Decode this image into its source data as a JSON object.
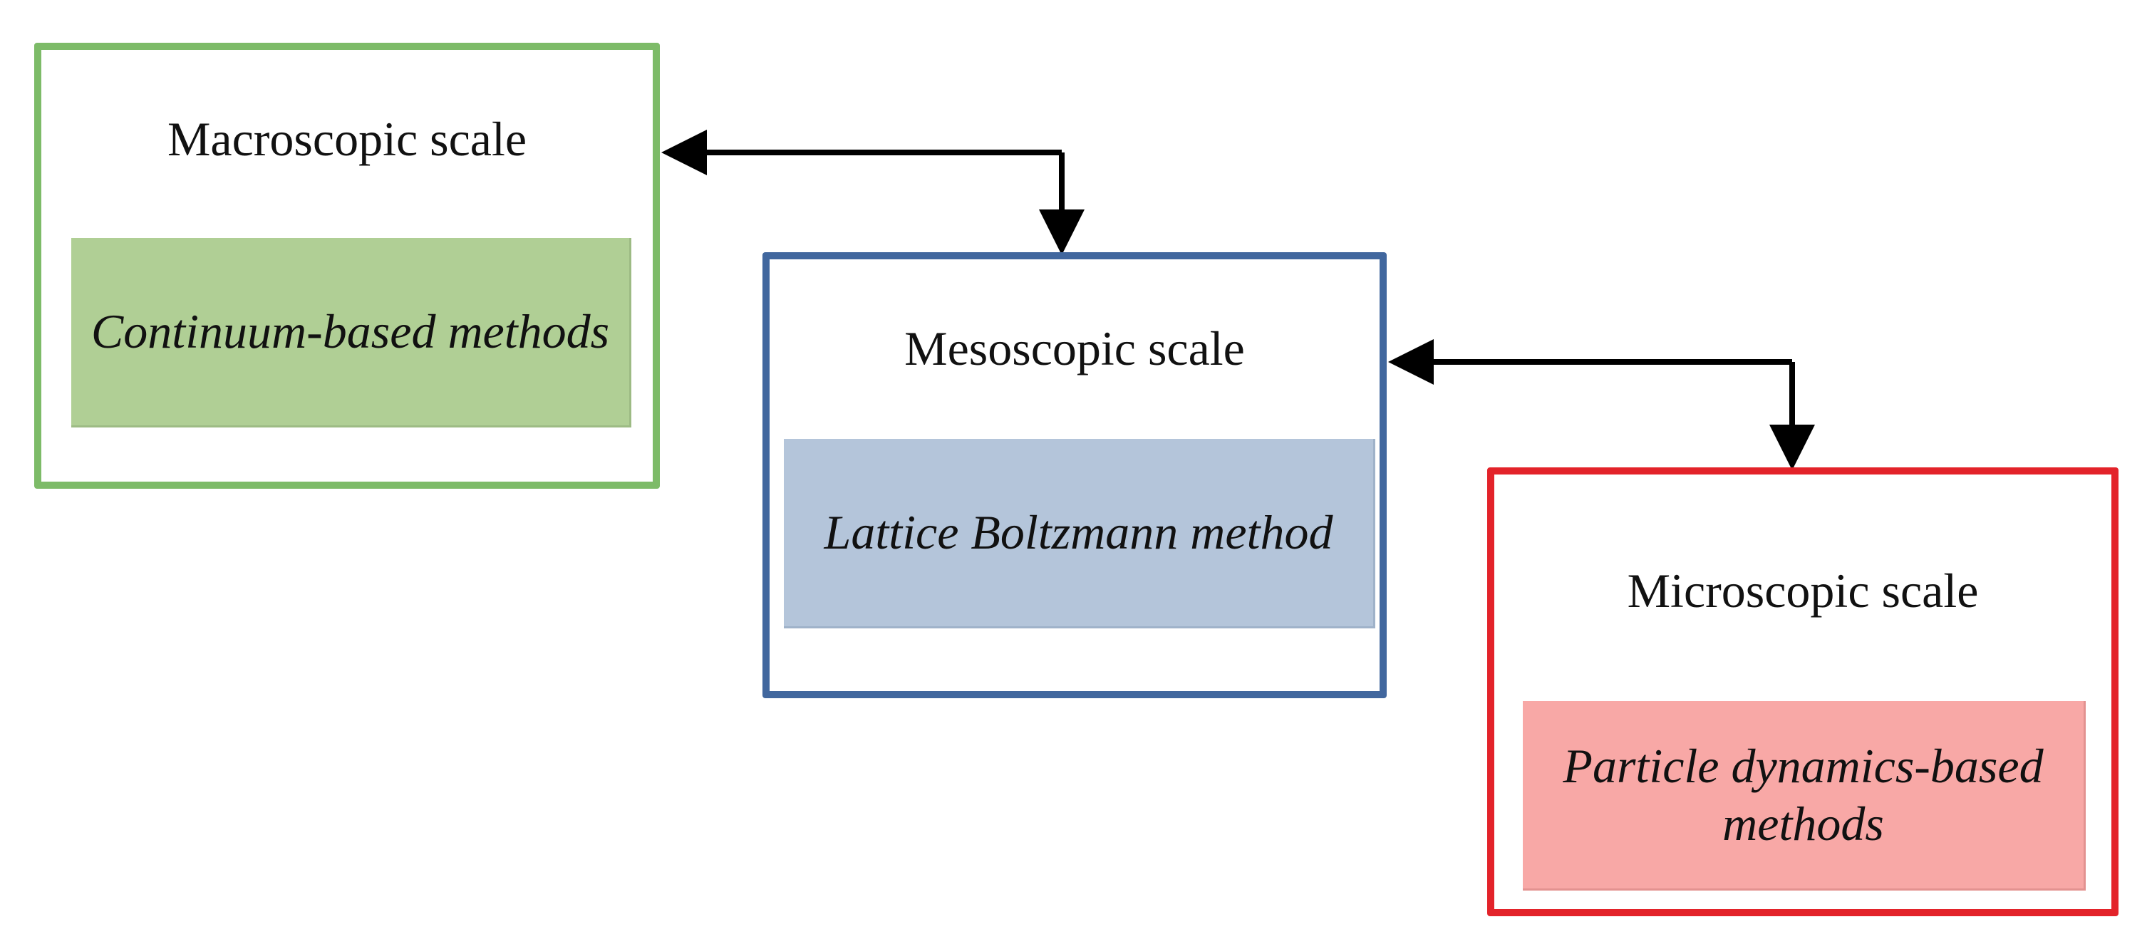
{
  "diagram": {
    "macroscopic": {
      "title": "Macroscopic scale",
      "method": "Continuum-based methods",
      "color": "#7dbb68",
      "fill": "#b0cf95"
    },
    "mesoscopic": {
      "title": "Mesoscopic scale",
      "method": "Lattice Boltzmann method",
      "color": "#41679e",
      "fill": "#b4c5da"
    },
    "microscopic": {
      "title": "Microscopic scale",
      "method": "Particle dynamics-based methods",
      "color": "#e3232a",
      "fill": "#f8a8a6"
    },
    "connectors": [
      {
        "from": "macroscopic",
        "to": "mesoscopic",
        "style": "bidirectional-arrow"
      },
      {
        "from": "mesoscopic",
        "to": "microscopic",
        "style": "bidirectional-arrow"
      }
    ]
  }
}
